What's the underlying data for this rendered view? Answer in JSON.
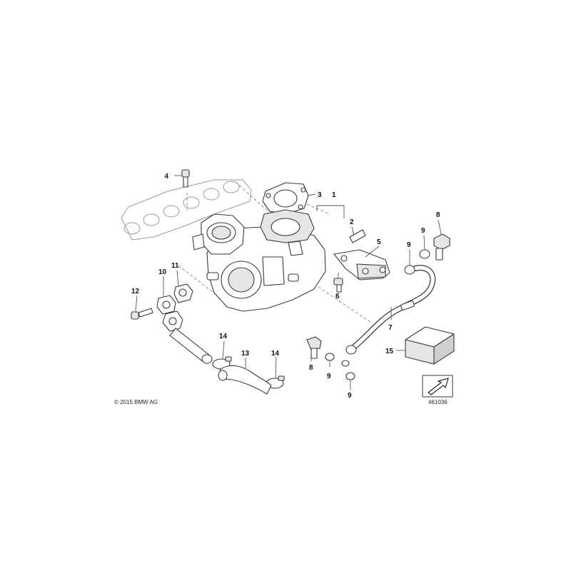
{
  "callouts": {
    "c1": "1",
    "c2": "2",
    "c3": "3",
    "c4": "4",
    "c5": "5",
    "c6": "6",
    "c7": "7",
    "c8a": "8",
    "c8b": "8",
    "c9a": "9",
    "c9b": "9",
    "c9c": "9",
    "c9d": "9",
    "c10": "10",
    "c11": "11",
    "c12": "12",
    "c13": "13",
    "c14a": "14",
    "c14b": "14",
    "c15": "15"
  },
  "copyright": "© 2015 BMW AG",
  "diagram_number": "461036",
  "colors": {
    "line": "#3a3a3a",
    "ghost": "#9a9a9a",
    "shade": "#e6e6e6"
  }
}
